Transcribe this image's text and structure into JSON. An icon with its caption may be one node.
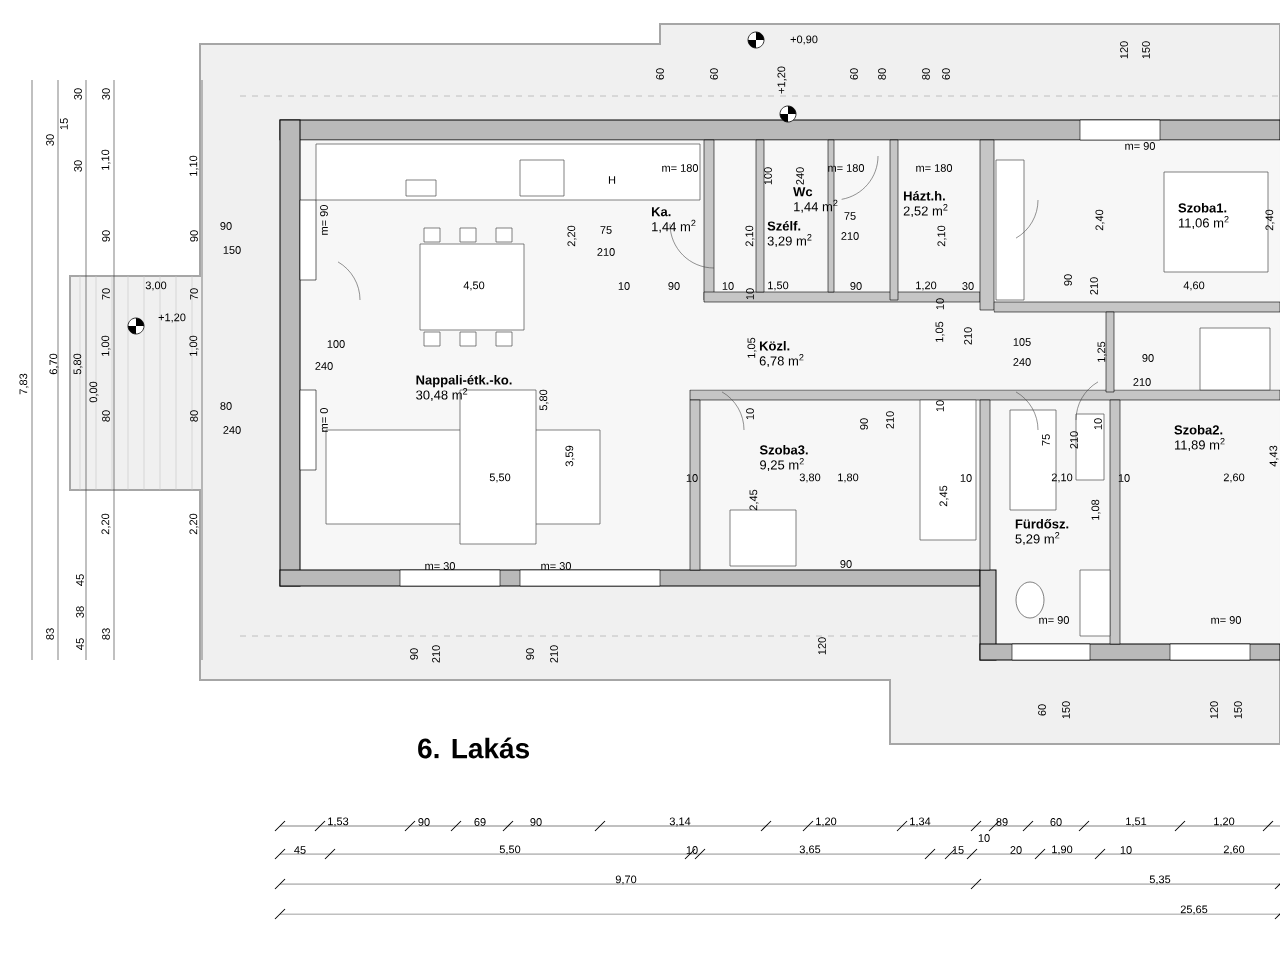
{
  "diagram": {
    "title": "6. Lakás",
    "nodes": [
      {
        "text": [
          "Nappali-étk.-ko.",
          "30,48 m$^{2}$"
        ]
      },
      {
        "text": [
          "Ka.",
          "1,44 m$^{2}$"
        ]
      },
      {
        "text": [
          "Wc",
          "1,44 m$^{2}$"
        ]
      },
      {
        "text": [
          "Házt.h.",
          "2,52 m$^{2}$"
        ]
      },
      {
        "text": [
          "Szélf.",
          "3,29 m$^{2}$"
        ]
      },
      {
        "text": [
          "Szoba1.",
          "11,06 m$^{2}$"
        ]
      },
      {
        "text": [
          "Közl.",
          "6,78 m$^{2}$"
        ]
      },
      {
        "text": [
          "Szoba3.",
          "9,25 m$^{2}$"
        ]
      },
      {
        "text": [
          "Szoba2.",
          "11,89 m$^{2}$"
        ]
      },
      {
        "text": [
          "Fürdősz.",
          "5,29 m$^{2}$"
        ]
      }
    ],
    "labels": [
      "+0,90",
      "60",
      "60",
      "+1,20",
      "60",
      "80",
      "80",
      "60",
      "120",
      "150",
      "m= 180",
      "m= 180",
      "m= 180",
      "m= 90",
      "H",
      "75",
      "210",
      "2,20",
      "4,50",
      "10",
      "90",
      "10",
      "1,50",
      "100",
      "240",
      "2,10",
      "75",
      "210",
      "90",
      "2,10",
      "1,20",
      "30",
      "90",
      "210",
      "2,40",
      "4,60",
      "2,40",
      "10",
      "1,05",
      "10",
      "1,05",
      "210",
      "105",
      "240",
      "1,25",
      "90",
      "210",
      "4,43",
      "90",
      "150",
      "m= 90",
      "100",
      "240",
      "80",
      "240",
      "m= 0",
      "5,80",
      "3,59",
      "5,50",
      "m= 30",
      "m= 30",
      "10",
      "3,80",
      "2,45",
      "10",
      "90",
      "210",
      "10",
      "75",
      "210",
      "10",
      "1,80",
      "10",
      "2,10",
      "10",
      "2,60",
      "2,45",
      "1,08",
      "90",
      "m= 90",
      "m= 90",
      "90",
      "210",
      "90",
      "210",
      "120",
      "60",
      "150",
      "120",
      "150",
      "30",
      "30",
      "30",
      "15",
      "30",
      "1,10",
      "1,10",
      "90",
      "90",
      "70",
      "70",
      "3,00",
      "+1,20",
      "1,00",
      "1,00",
      "7,83",
      "6,70",
      "5,80",
      "0,00",
      "80",
      "80",
      "2,20",
      "2,20",
      "45",
      "38",
      "45",
      "83",
      "83",
      "1,53",
      "90",
      "69",
      "90",
      "3,14",
      "1,20",
      "1,34",
      "89",
      "10",
      "60",
      "1,51",
      "1,20",
      "45",
      "5,50",
      "10",
      "3,65",
      "15",
      "20",
      "1,90",
      "10",
      "2,60",
      "9,70",
      "5,35",
      "25,65"
    ]
  }
}
